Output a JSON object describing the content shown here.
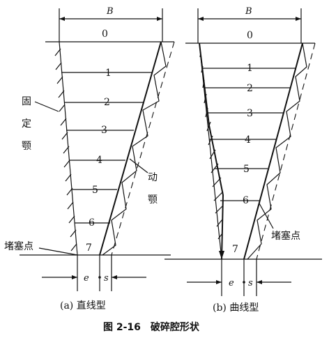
{
  "left_diagram": {
    "width_label": "B",
    "level_labels": [
      "0",
      "1",
      "2",
      "3",
      "4",
      "5",
      "6",
      "7"
    ],
    "fixed_jaw_label": [
      "固",
      "定",
      "颚"
    ],
    "moving_jaw_label": [
      "动",
      "颚"
    ],
    "choke_point_label": "堵塞点",
    "e_label": "e",
    "s_label": "s",
    "caption": "(a) 直线型"
  },
  "right_diagram": {
    "width_label": "B",
    "level_labels": [
      "0",
      "1",
      "2",
      "3",
      "4",
      "5",
      "6",
      "7"
    ],
    "choke_point_label": "堵塞点",
    "e_label": "e",
    "s_label": "s",
    "caption": "(b) 曲线型"
  },
  "figure_title": "图 2-16　破碎腔形状"
}
